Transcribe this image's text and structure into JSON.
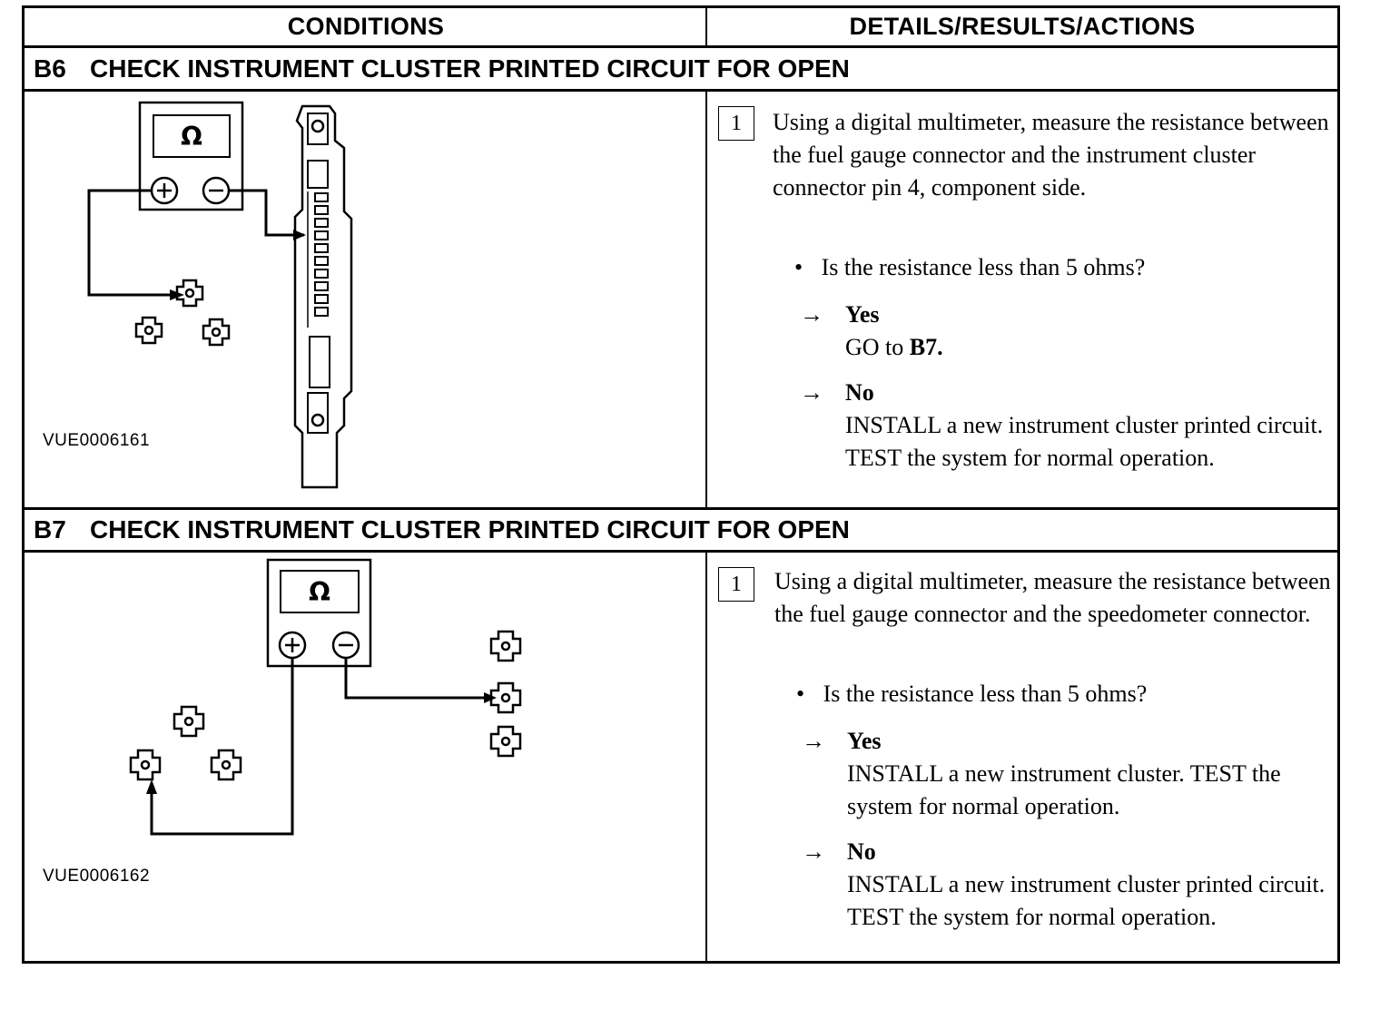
{
  "header": {
    "conditions": "CONDITIONS",
    "details": "DETAILS/RESULTS/ACTIONS"
  },
  "sections": [
    {
      "id": "B6",
      "title": "CHECK INSTRUMENT CLUSTER PRINTED CIRCUIT FOR OPEN",
      "figure_id": "VUE0006161",
      "meter_symbol": "Ω",
      "step_number": "1",
      "step_text": "Using a digital multimeter, measure the resistance between the fuel gauge connector and the instrument cluster connector pin 4, component side.",
      "question": "Is the resistance less than 5 ohms?",
      "yes_label": "Yes",
      "yes_action_prefix": "GO to ",
      "yes_action_target": "B7.",
      "no_label": "No",
      "no_action": "INSTALL a new instrument cluster printed circuit. TEST the system for normal operation."
    },
    {
      "id": "B7",
      "title": "CHECK INSTRUMENT CLUSTER PRINTED CIRCUIT FOR OPEN",
      "figure_id": "VUE0006162",
      "meter_symbol": "Ω",
      "step_number": "1",
      "step_text": "Using a digital multimeter, measure the resistance between the fuel gauge connector and the speedometer connector.",
      "question": "Is the resistance less than 5 ohms?",
      "yes_label": "Yes",
      "yes_action": "INSTALL a new instrument cluster. TEST the system for normal operation.",
      "no_label": "No",
      "no_action": "INSTALL a new instrument cluster printed circuit. TEST the system for normal operation."
    }
  ],
  "symbols": {
    "bullet": "•",
    "arrow": "→"
  }
}
